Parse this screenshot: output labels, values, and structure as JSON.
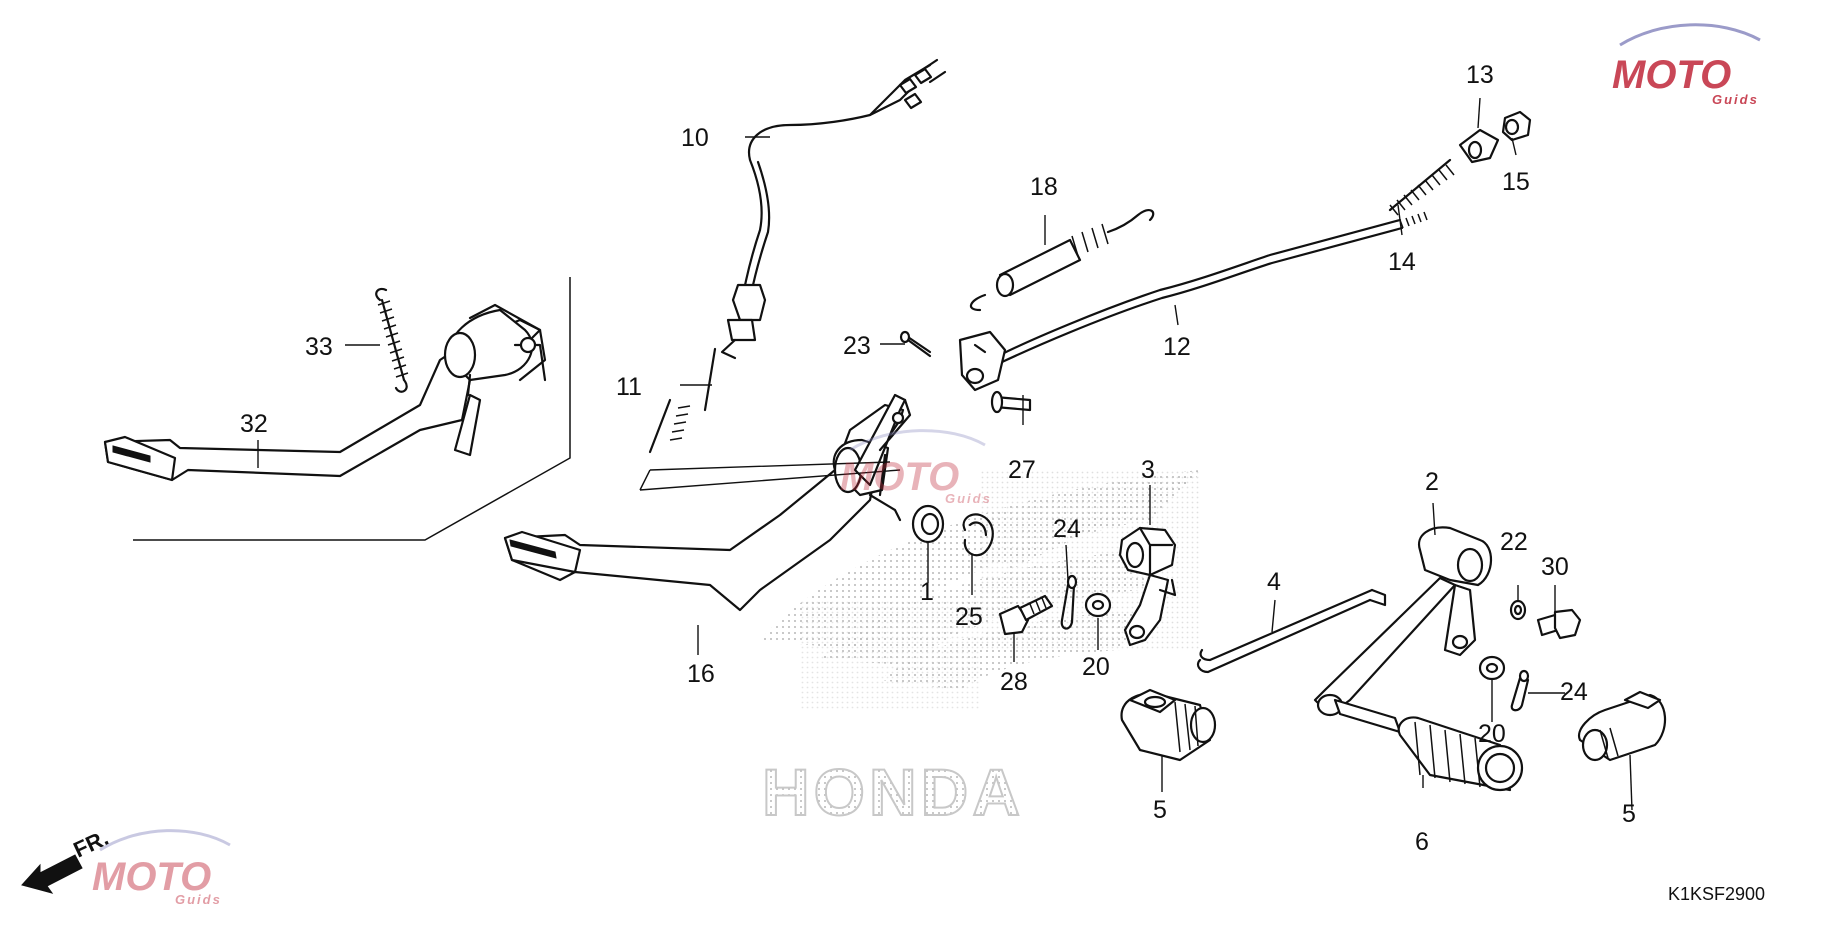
{
  "diagram_code": "K1KSF2900",
  "direction_marker": "FR.",
  "watermark": {
    "brand": "MOTO",
    "sub": "Guids",
    "accent": "#c0283a",
    "ring": "#6a6aa8"
  },
  "background_logo": "HONDA",
  "callouts": {
    "p1": "1",
    "p2": "2",
    "p3": "3",
    "p4": "4",
    "p5a": "5",
    "p5b": "5",
    "p6": "6",
    "p10": "10",
    "p11": "11",
    "p12": "12",
    "p13": "13",
    "p14": "14",
    "p15": "15",
    "p16": "16",
    "p18": "18",
    "p20a": "20",
    "p20b": "20",
    "p22": "22",
    "p23": "23",
    "p24a": "24",
    "p24b": "24",
    "p25": "25",
    "p27": "27",
    "p28": "28",
    "p30": "30",
    "p32": "32",
    "p33": "33"
  }
}
